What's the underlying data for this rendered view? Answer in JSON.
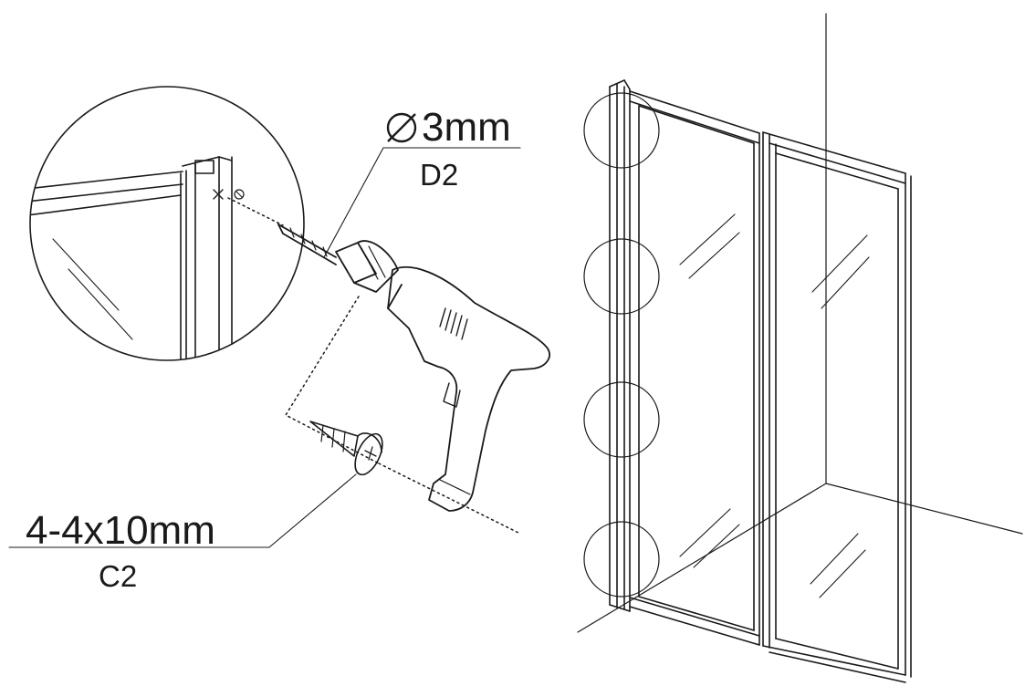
{
  "labels": {
    "drill_size": "3mm",
    "drill_code": "D2",
    "screw_size": "4-4x10mm",
    "screw_code": "C2"
  },
  "icons": {
    "drill_size_prefix": "diameter-icon"
  },
  "colors": {
    "ink": "#1a1a1a",
    "background": "#ffffff"
  }
}
